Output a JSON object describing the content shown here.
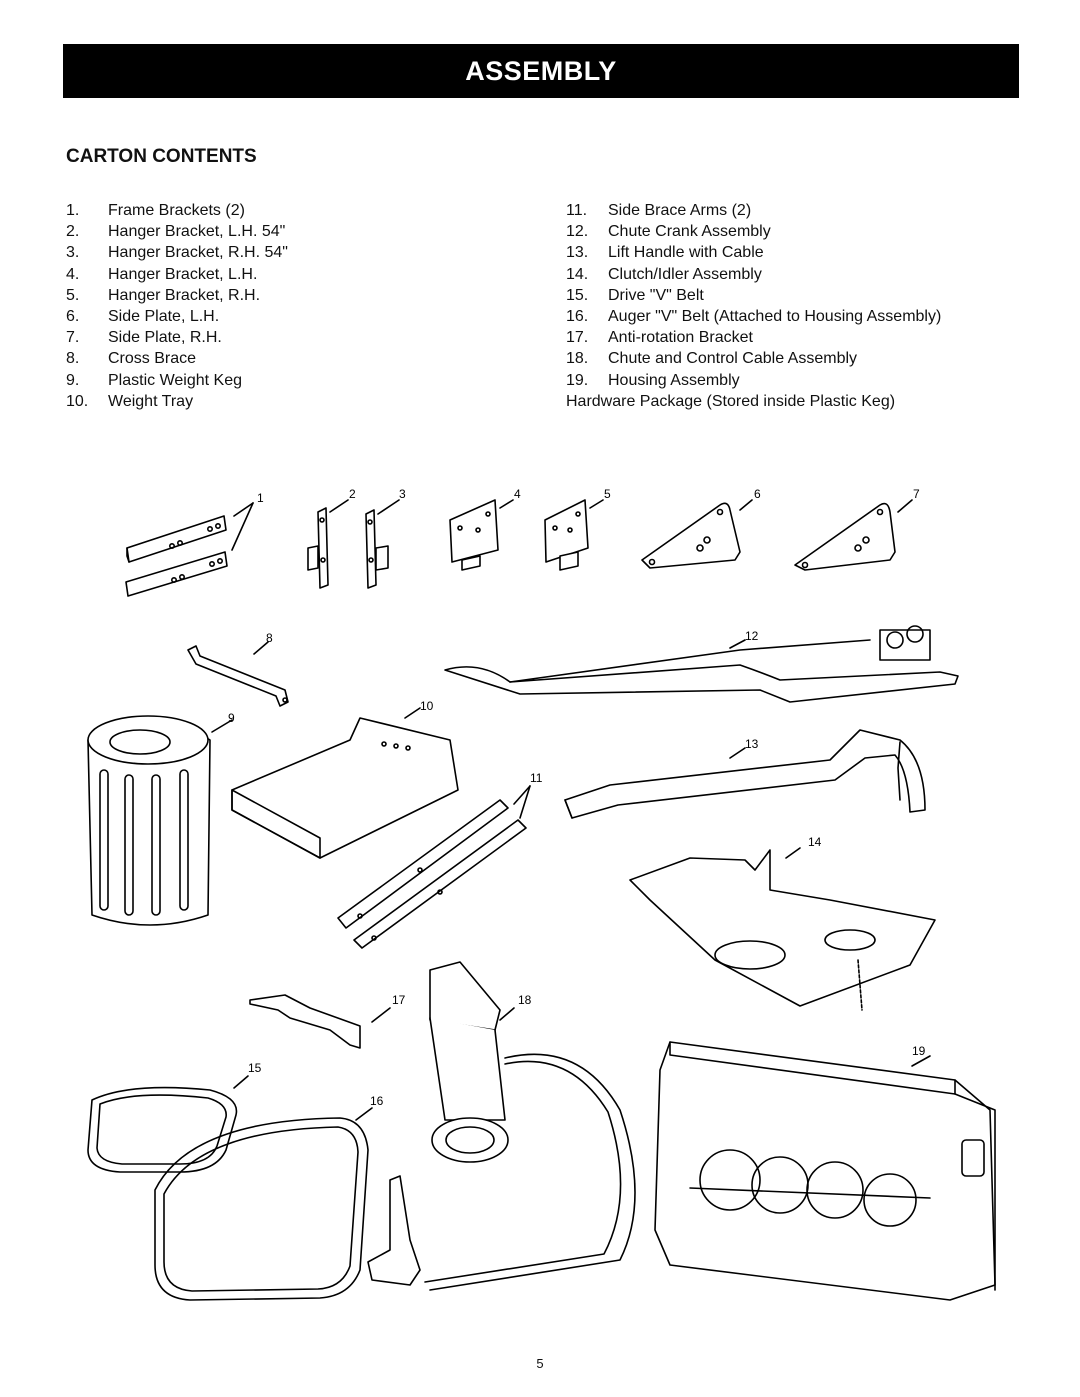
{
  "header": {
    "title": "ASSEMBLY"
  },
  "section": {
    "title": "CARTON CONTENTS"
  },
  "contents_left": [
    {
      "num": "1.",
      "label": "Frame Brackets (2)"
    },
    {
      "num": "2.",
      "label": "Hanger Bracket, L.H. 54\""
    },
    {
      "num": "3.",
      "label": "Hanger Bracket, R.H. 54\""
    },
    {
      "num": "4.",
      "label": "Hanger Bracket, L.H."
    },
    {
      "num": "5.",
      "label": "Hanger Bracket, R.H."
    },
    {
      "num": "6.",
      "label": "Side Plate, L.H."
    },
    {
      "num": "7.",
      "label": "Side Plate, R.H."
    },
    {
      "num": "8.",
      "label": "Cross Brace"
    },
    {
      "num": "9.",
      "label": "Plastic Weight Keg"
    },
    {
      "num": "10.",
      "label": "Weight Tray"
    }
  ],
  "contents_right": [
    {
      "num": "11.",
      "label": "Side Brace Arms (2)"
    },
    {
      "num": "12.",
      "label": "Chute Crank Assembly"
    },
    {
      "num": "13.",
      "label": "Lift Handle with Cable"
    },
    {
      "num": "14.",
      "label": "Clutch/Idler Assembly"
    },
    {
      "num": "15.",
      "label": "Drive \"V\" Belt"
    },
    {
      "num": "16.",
      "label": "Auger \"V\" Belt (Attached to Housing Assembly)"
    },
    {
      "num": "17.",
      "label": "Anti-rotation Bracket"
    },
    {
      "num": "18.",
      "label": "Chute and Control Cable Assembly"
    },
    {
      "num": "19.",
      "label": "Housing Assembly"
    }
  ],
  "hardware_note": "Hardware Package (Stored inside Plastic Keg)",
  "callouts": {
    "c1": "1",
    "c2": "2",
    "c3": "3",
    "c4": "4",
    "c5": "5",
    "c6": "6",
    "c7": "7",
    "c8": "8",
    "c9": "9",
    "c10": "10",
    "c11": "11",
    "c12": "12",
    "c13": "13",
    "c14": "14",
    "c15": "15",
    "c16": "16",
    "c17": "17",
    "c18": "18",
    "c19": "19"
  },
  "page_number": "5"
}
